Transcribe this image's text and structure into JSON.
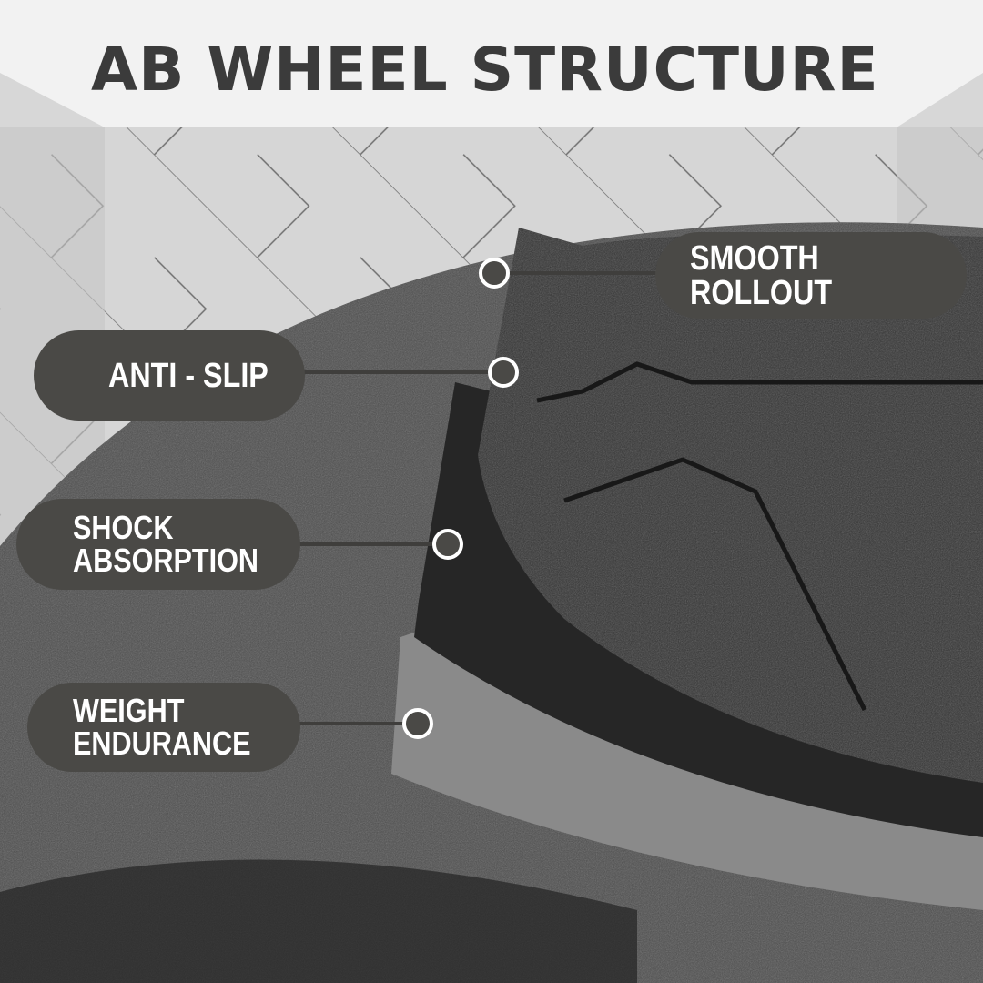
{
  "title": "AB WHEEL STRUCTURE",
  "labels": {
    "smooth_rollout": "SMOOTH ROLLOUT",
    "anti_slip": "ANTI - SLIP",
    "shock_line1": "SHOCK",
    "shock_line2": "ABSORPTION",
    "weight_line1": "WEIGHT",
    "weight_line2": "ENDURANCE"
  },
  "colors": {
    "pill": "#4a4946",
    "title": "#3b3b3b",
    "dot_ring": "#ffffff",
    "wheel": "#2e2e2e"
  }
}
